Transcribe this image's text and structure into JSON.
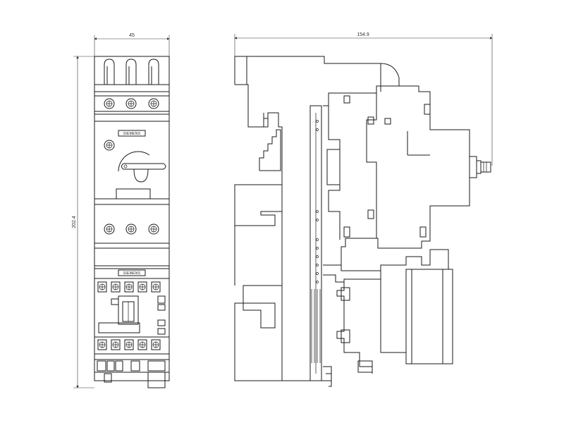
{
  "dimensions": {
    "front_width": "45",
    "front_height": "202.4",
    "side_depth": "154.9"
  },
  "brand_label_top": "SIEMENS",
  "brand_label_bottom": "SIEMENS"
}
